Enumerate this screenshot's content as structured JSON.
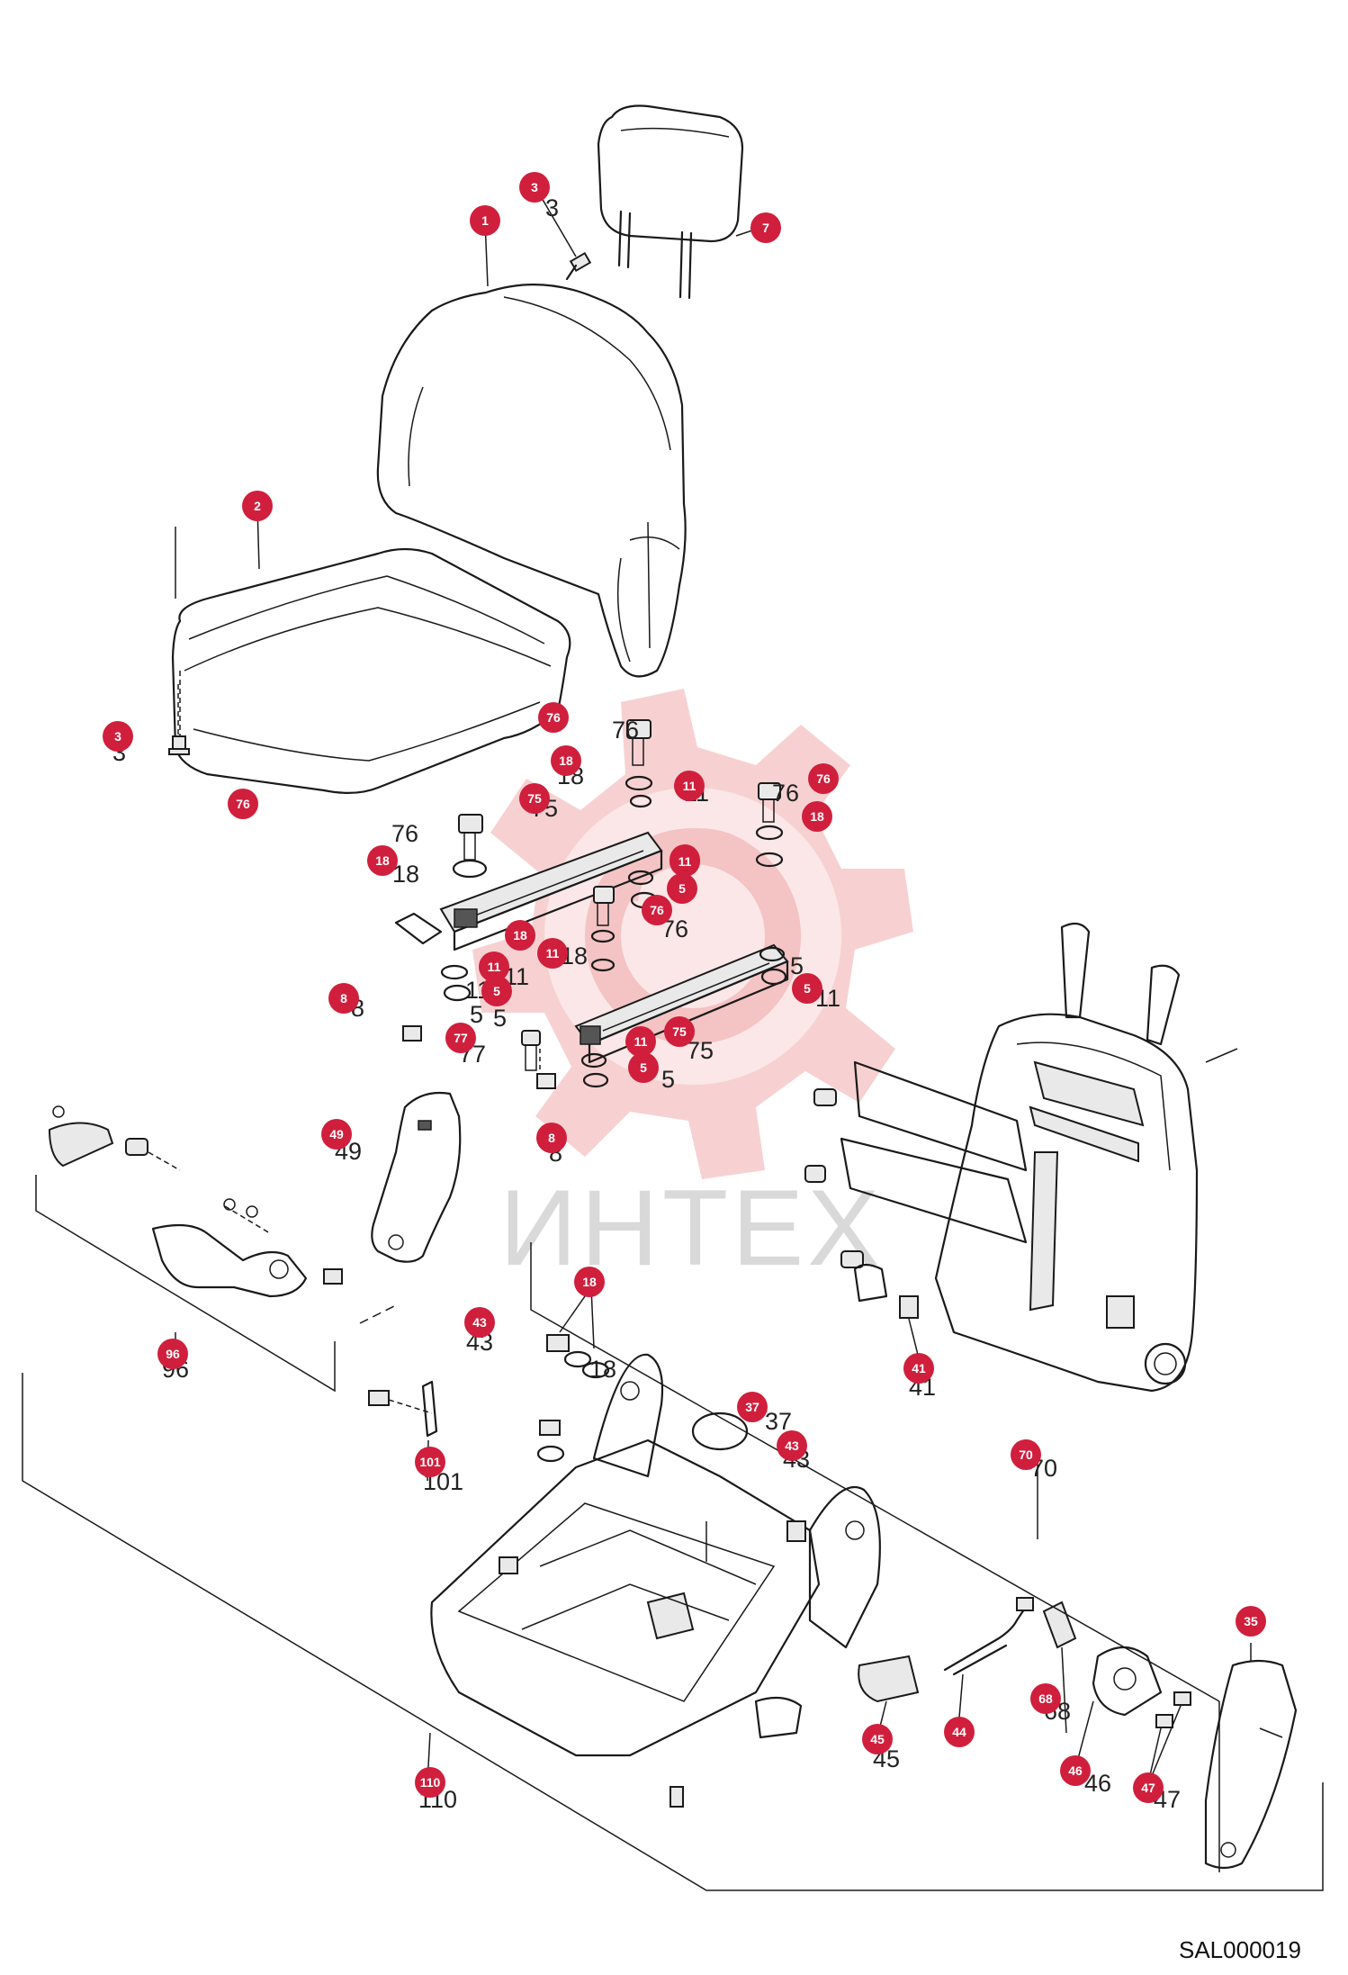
{
  "watermark": {
    "text": "ИНТЕХ",
    "gear_color": "#f4c4c4",
    "text_color": "#d9d9d9"
  },
  "diagram_ref": "SAL000019",
  "callout_color": "#d01f3c",
  "callouts": [
    {
      "label": "3"
    },
    {
      "label": "1"
    },
    {
      "label": "7"
    },
    {
      "label": "2"
    },
    {
      "label": "3"
    },
    {
      "label": "76"
    },
    {
      "label": "18"
    },
    {
      "label": "11"
    },
    {
      "label": "76"
    },
    {
      "label": "76"
    },
    {
      "label": "75"
    },
    {
      "label": "18"
    },
    {
      "label": "11"
    },
    {
      "label": "18"
    },
    {
      "label": "11"
    },
    {
      "label": "5"
    },
    {
      "label": "76"
    },
    {
      "label": "18"
    },
    {
      "label": "11"
    },
    {
      "label": "11"
    },
    {
      "label": "5"
    },
    {
      "label": "8"
    },
    {
      "label": "5"
    },
    {
      "label": "77"
    },
    {
      "label": "75"
    },
    {
      "label": "11"
    },
    {
      "label": "5"
    },
    {
      "label": "8"
    },
    {
      "label": "49"
    },
    {
      "label": "18"
    },
    {
      "label": "43"
    },
    {
      "label": "96"
    },
    {
      "label": "41"
    },
    {
      "label": "37"
    },
    {
      "label": "43"
    },
    {
      "label": "101"
    },
    {
      "label": "70"
    },
    {
      "label": "35"
    },
    {
      "label": "68"
    },
    {
      "label": "45"
    },
    {
      "label": "44"
    },
    {
      "label": "46"
    },
    {
      "label": "47"
    },
    {
      "label": "110"
    }
  ],
  "plain_labels": [
    {
      "text": "3"
    },
    {
      "text": "3"
    },
    {
      "text": "76"
    },
    {
      "text": "18"
    },
    {
      "text": "11"
    },
    {
      "text": "76"
    },
    {
      "text": "76"
    },
    {
      "text": "18"
    },
    {
      "text": "75"
    },
    {
      "text": "18"
    },
    {
      "text": "11"
    },
    {
      "text": "8"
    },
    {
      "text": "11"
    },
    {
      "text": "11"
    },
    {
      "text": "5"
    },
    {
      "text": "5"
    },
    {
      "text": "76"
    },
    {
      "text": "11"
    },
    {
      "text": "5"
    },
    {
      "text": "77"
    },
    {
      "text": "75"
    },
    {
      "text": "5"
    },
    {
      "text": "8"
    },
    {
      "text": "49"
    },
    {
      "text": "43"
    },
    {
      "text": "18"
    },
    {
      "text": "96"
    },
    {
      "text": "41"
    },
    {
      "text": "37"
    },
    {
      "text": "43"
    },
    {
      "text": "101"
    },
    {
      "text": "70"
    },
    {
      "text": "68"
    },
    {
      "text": "46"
    },
    {
      "text": "45"
    },
    {
      "text": "47"
    },
    {
      "text": "110"
    }
  ]
}
